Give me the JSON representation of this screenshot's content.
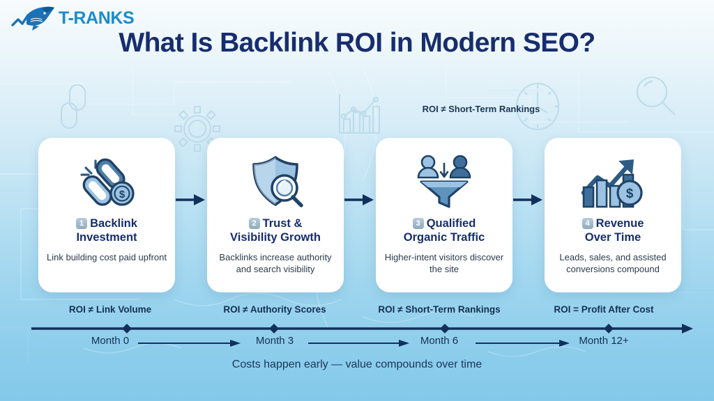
{
  "brand": {
    "logo_text": "T-RANKS",
    "logo_icon": "shark-trendline-logo",
    "logo_color": "#1b8ccc"
  },
  "header": {
    "title": "What Is Backlink ROI in Modern SEO?",
    "title_color": "#172d6e"
  },
  "floating_note": {
    "text": "ROI ≠ Short-Term Rankings"
  },
  "background": {
    "gradient_top": "#f7fbfd",
    "gradient_bottom": "#84c9ea",
    "decorative_icons": [
      "chain-link-icon",
      "gear-icon",
      "bar-chart-trend-icon",
      "clock-icon",
      "magnifier-icon"
    ]
  },
  "cards": [
    {
      "number": "1",
      "title": "Backlink Investment",
      "title_line1": "Backlink",
      "title_line2": "Investment",
      "description": "Link building cost paid upfront",
      "icon": "chain-link-dollar-coin-icon"
    },
    {
      "number": "2",
      "title": "Trust & Visibility Growth",
      "title_line1": "Trust &",
      "title_line2": "Visibility Growth",
      "description": "Backlinks increase authority and search visibility",
      "icon": "shield-magnifier-icon"
    },
    {
      "number": "3",
      "title": "Qualified Organic Traffic",
      "title_line1": "Qualified",
      "title_line2": "Organic Traffic",
      "description": "Higher-intent visitors discover the site",
      "icon": "funnel-users-icon"
    },
    {
      "number": "4",
      "title": "Revenue Over Time",
      "title_line1": "Revenue",
      "title_line2": "Over Time",
      "description": "Leads, sales, and assisted conversions compound",
      "icon": "bar-chart-arrow-dollar-icon"
    }
  ],
  "roi_captions": [
    "ROI ≠ Link Volume",
    "ROI ≠ Authority Scores",
    "ROI ≠ Short-Term Rankings",
    "ROI = Profit After Cost"
  ],
  "timeline": {
    "markers": [
      "Month 0",
      "Month 3",
      "Month 6",
      "Month 12+"
    ],
    "axis_color": "#12305c"
  },
  "footer": {
    "note": "Costs happen early — value compounds over time"
  },
  "colors": {
    "navy": "#172d6e",
    "icon_dark": "#2e5a86",
    "icon_light": "#9ac4e3",
    "accent": "#1b8ccc"
  }
}
